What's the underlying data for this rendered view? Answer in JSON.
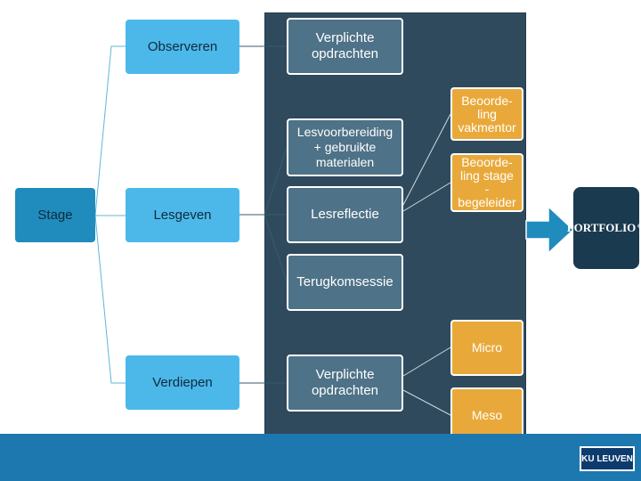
{
  "nodes": {
    "stage": "Stage",
    "observeren": "Observeren",
    "lesgeven": "Lesgeven",
    "verdiepen": "Verdiepen",
    "verplichte_opdrachten_top": "Verplichte\nopdrachten",
    "lesvoorbereiding": "Lesvoorbereiding\n+ gebruikte\nmaterialen",
    "lesreflectie": "Lesreflectie",
    "terugkomsessie": "Terugkomsessie",
    "verplichte_opdrachten_bottom": "Verplichte\nopdrachten",
    "beoordeling_vakmentor": "Beoorde-\nling\nvakmentor",
    "beoordeling_stagebegeleider": "Beoorde-\nling  stage\n-\nbegeleider",
    "micro": "Micro",
    "meso": "Meso"
  },
  "portfolio": {
    "label": "PORTFOLIO"
  },
  "footer": {
    "logo": "KU LEUVEN"
  },
  "colors": {
    "panel": "#2f4a5c",
    "light_blue": "#4cb8ea",
    "dark_blue": "#1f8cbd",
    "slate": "#4e7287",
    "orange": "#e9a93a",
    "footer": "#1e78b0"
  }
}
